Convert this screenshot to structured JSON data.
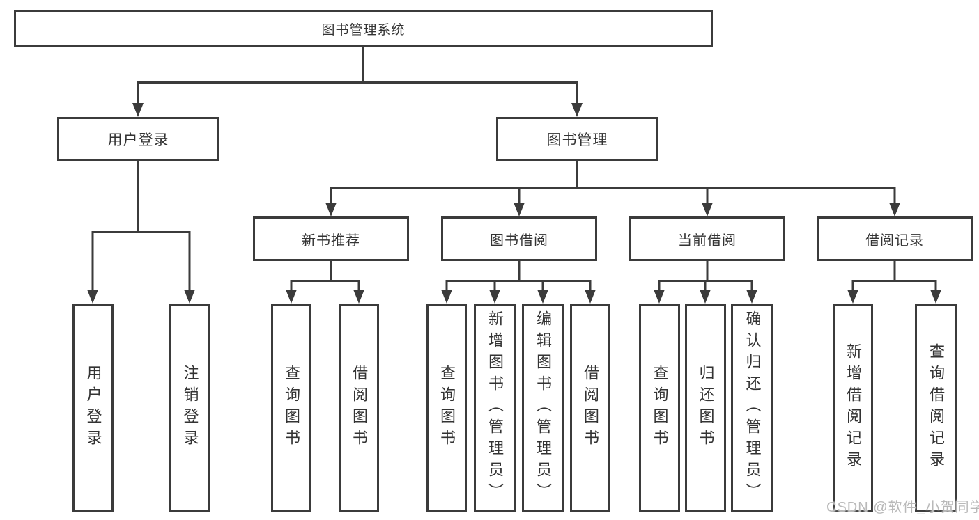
{
  "diagram": {
    "watermark": "CSDN @软件_小贺同学",
    "colors": {
      "line": "#3b3b3b",
      "box_border": "#3b3b3b",
      "box_fill": "#ffffff",
      "text": "#333333",
      "watermark": "#b9b9b9"
    },
    "tree": {
      "label": "图书管理系统",
      "children": [
        {
          "label": "用户登录",
          "children": [
            {
              "label": "用户登录"
            },
            {
              "label": "注销登录"
            }
          ]
        },
        {
          "label": "图书管理",
          "children": [
            {
              "label": "新书推荐",
              "children": [
                {
                  "label": "查询图书"
                },
                {
                  "label": "借阅图书"
                }
              ]
            },
            {
              "label": "图书借阅",
              "children": [
                {
                  "label": "查询图书"
                },
                {
                  "label": "新增图书（管理员）"
                },
                {
                  "label": "编辑图书（管理员）"
                },
                {
                  "label": "借阅图书"
                }
              ]
            },
            {
              "label": "当前借阅",
              "children": [
                {
                  "label": "查询图书"
                },
                {
                  "label": "归还图书"
                },
                {
                  "label": "确认归还（管理员）"
                }
              ]
            },
            {
              "label": "借阅记录",
              "children": [
                {
                  "label": "新增借阅记录"
                },
                {
                  "label": "查询借阅记录"
                }
              ]
            }
          ]
        }
      ]
    }
  }
}
